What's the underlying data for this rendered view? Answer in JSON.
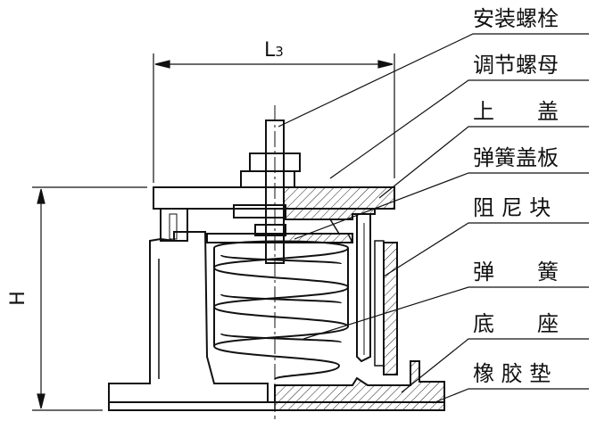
{
  "diagram": {
    "dimensions": {
      "width_label": "L3",
      "width_label_main": "L",
      "width_label_sub": "3",
      "height_label": "H"
    },
    "labels": [
      {
        "id": "mounting-bolt",
        "text": "安装螺栓"
      },
      {
        "id": "adjusting-nut",
        "text": "调节螺母"
      },
      {
        "id": "top-cover",
        "text": "上　　盖"
      },
      {
        "id": "spring-cover-plate",
        "text": "弹簧盖板"
      },
      {
        "id": "damping-block",
        "text": "阻 尼 块"
      },
      {
        "id": "spring",
        "text": "弹　　簧"
      },
      {
        "id": "base",
        "text": "底　　座"
      },
      {
        "id": "rubber-pad",
        "text": "橡 胶 垫"
      }
    ]
  }
}
